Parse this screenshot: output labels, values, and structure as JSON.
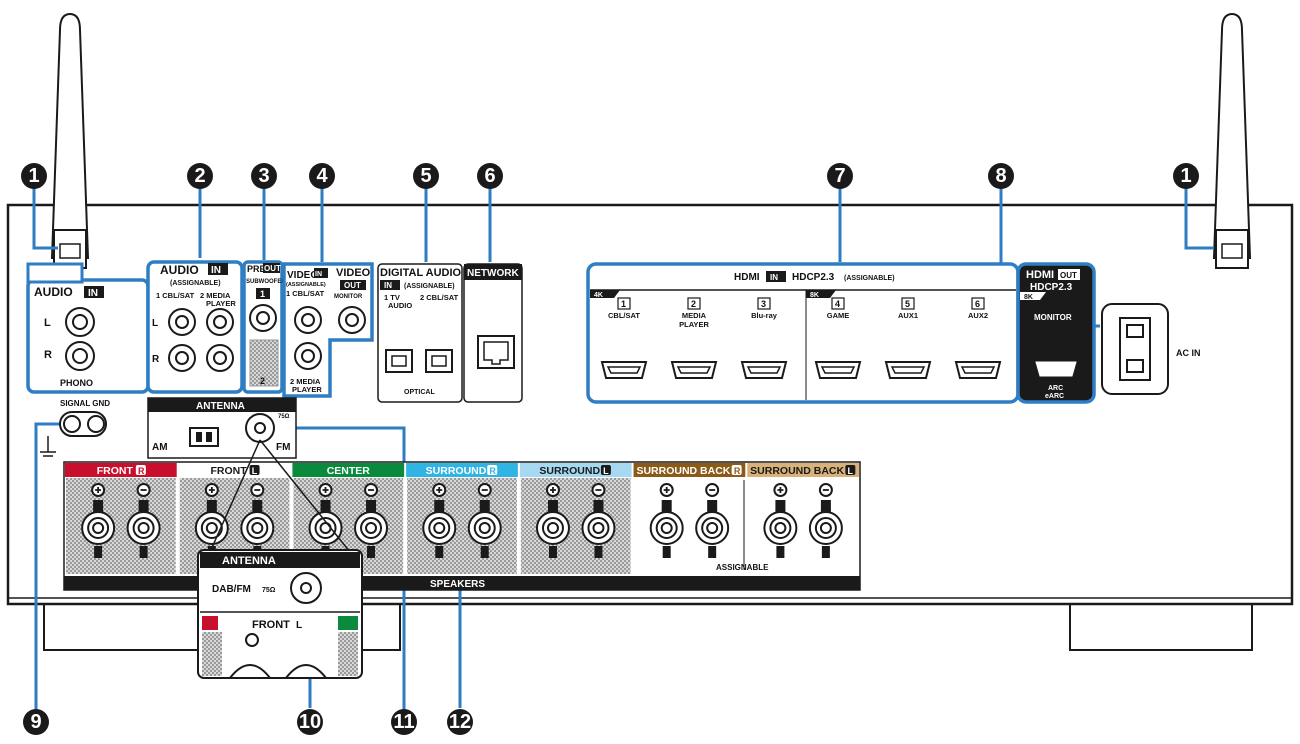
{
  "callouts": [
    "1",
    "2",
    "3",
    "4",
    "5",
    "6",
    "7",
    "8",
    "1",
    "9",
    "10",
    "11",
    "12"
  ],
  "audio_in": {
    "title": "AUDIO",
    "tag": "IN",
    "L": "L",
    "R": "R",
    "phono": "PHONO"
  },
  "audio_in_assign": {
    "title": "AUDIO",
    "tag": "IN",
    "assign": "(ASSIGNABLE)",
    "ch1": "1 CBL/SAT",
    "ch2": "2  MEDIA",
    "ch2b": "PLAYER",
    "L": "L",
    "R": "R"
  },
  "preout": {
    "title1": "PRE",
    "title2": "OUT",
    "sub": "SUBWOOFER",
    "n1": "1",
    "n2": "2"
  },
  "video_in": {
    "title": "VIDEO",
    "tag": "IN",
    "assign": "(ASSIGNABLE)",
    "ch1": "1 CBL/SAT",
    "ch2": "2 MEDIA",
    "ch2b": "PLAYER"
  },
  "video_out": {
    "title": "VIDEO",
    "tag": "OUT",
    "sub": "MONITOR"
  },
  "digital": {
    "title": "DIGITAL AUDIO",
    "tag": "IN",
    "assign": "(ASSIGNABLE)",
    "ch1": "1   TV",
    "ch1b": "AUDIO",
    "ch2": "2 CBL/SAT",
    "optical": "OPTICAL"
  },
  "network": {
    "title": "NETWORK"
  },
  "hdmi_in": {
    "title": "HDMI",
    "tag": "IN",
    "hdcp": "HDCP2.3",
    "assign": "(ASSIGNABLE)",
    "badge4k": "4K",
    "badge8k": "8K",
    "ports": [
      {
        "n": "1",
        "name": "CBL/SAT",
        "name2": ""
      },
      {
        "n": "2",
        "name": "MEDIA",
        "name2": "PLAYER"
      },
      {
        "n": "3",
        "name": "Blu-ray",
        "name2": ""
      },
      {
        "n": "4",
        "name": "GAME",
        "name2": ""
      },
      {
        "n": "5",
        "name": "AUX1",
        "name2": ""
      },
      {
        "n": "6",
        "name": "AUX2",
        "name2": ""
      }
    ]
  },
  "hdmi_out": {
    "title": "HDMI",
    "tag": "OUT",
    "hdcp": "HDCP2.3",
    "badge": "8K",
    "monitor": "MONITOR",
    "arc": "ARC",
    "earc": "eARC"
  },
  "acin": {
    "label": "AC IN"
  },
  "signal_gnd": {
    "label": "SIGNAL GND"
  },
  "antenna": {
    "title": "ANTENNA",
    "am": "AM",
    "fm": "FM",
    "ohm": "75Ω"
  },
  "speakers": {
    "title": "SPEAKERS",
    "assignable": "ASSIGNABLE",
    "groups": [
      {
        "label": "FRONT",
        "ch": "R",
        "color": "#c8102e"
      },
      {
        "label": "FRONT",
        "ch": "L",
        "color": "#ffffff"
      },
      {
        "label": "CENTER",
        "ch": "",
        "color": "#0a8a3c"
      },
      {
        "label": "SURROUND",
        "ch": "R",
        "color": "#30b4e4"
      },
      {
        "label": "SURROUND",
        "ch": "L",
        "color": "#a6d8f2"
      },
      {
        "label": "SURROUND BACK",
        "ch": "R",
        "color": "#8a5a18"
      },
      {
        "label": "SURROUND BACK",
        "ch": "L",
        "color": "#d9b27a"
      }
    ]
  },
  "inset": {
    "title": "ANTENNA",
    "dabfm": "DAB/FM",
    "ohm": "75Ω",
    "front": "FRONT",
    "ch": "L"
  },
  "colors": {
    "accent": "#2f7ec4",
    "panel": "#ffffff",
    "outline": "#1a1a1a"
  }
}
